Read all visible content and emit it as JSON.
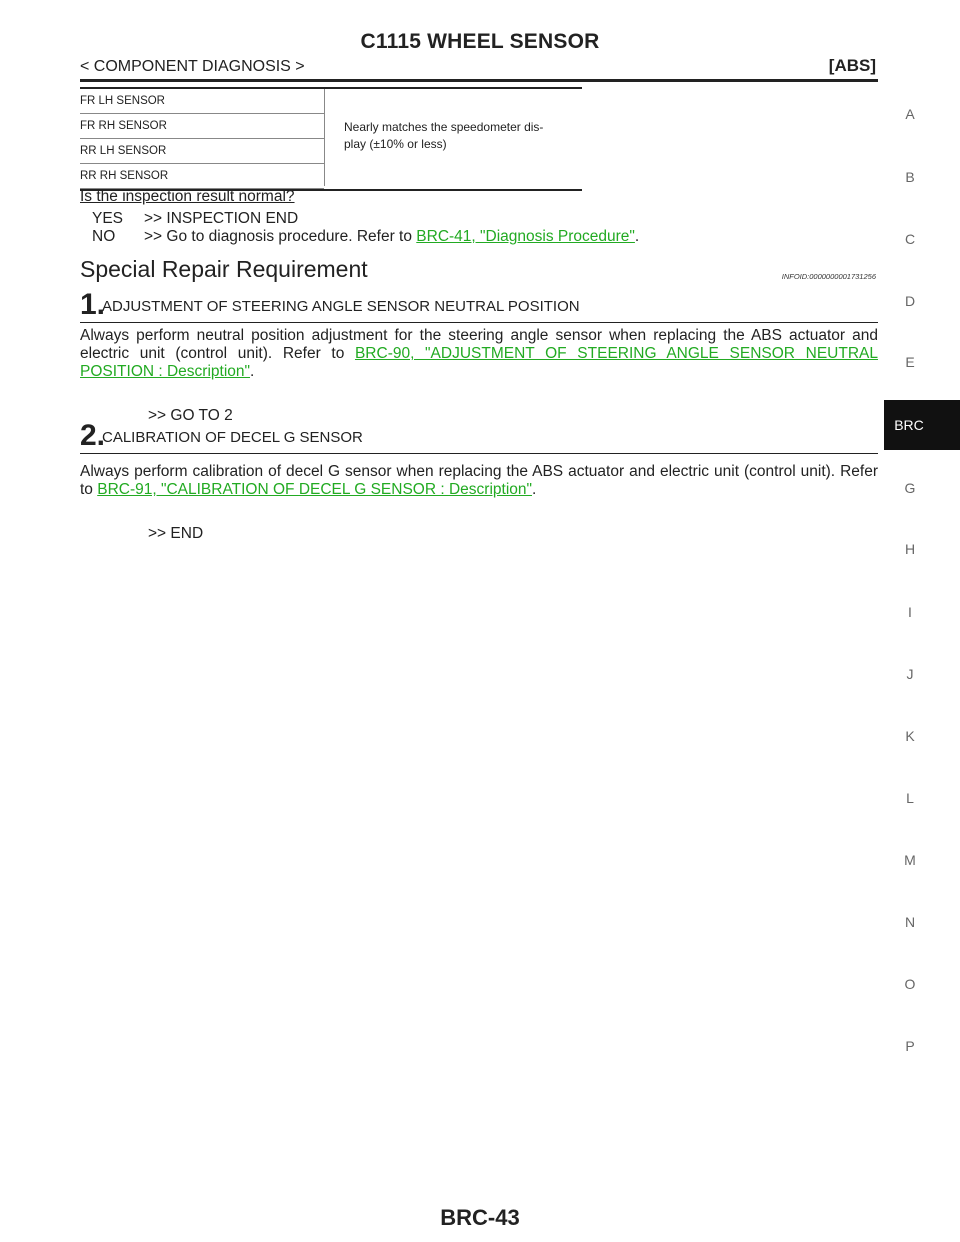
{
  "header": {
    "title": "C1115 WHEEL SENSOR",
    "left": "< COMPONENT DIAGNOSIS >",
    "right": "[ABS]"
  },
  "spec_table": {
    "rows": [
      "FR LH SENSOR",
      "FR RH SENSOR",
      "RR LH SENSOR",
      "RR RH SENSOR"
    ],
    "value": "Nearly matches the speedometer dis-play (±10% or less)"
  },
  "inspection": {
    "question": "Is the inspection result normal?",
    "yes_label": "YES",
    "yes_text": ">> INSPECTION END",
    "no_label": "NO",
    "no_text": ">> Go to diagnosis procedure. Refer to ",
    "no_link": "BRC-41, \"Diagnosis Procedure\"",
    "no_end": "."
  },
  "section": {
    "title": "Special Repair Requirement",
    "infoid": "INFOID:0000000001731256"
  },
  "steps": [
    {
      "num": "1.",
      "heading": "ADJUSTMENT OF STEERING ANGLE SENSOR NEUTRAL POSITION",
      "body": "Always perform neutral position adjustment for the steering angle sensor when replacing the ABS actuator and electric unit (control unit). Refer to ",
      "link": "BRC-90, \"ADJUSTMENT OF STEERING ANGLE SENSOR NEUTRAL POSITION : Description\"",
      "end": ".",
      "goto": ">> GO TO 2"
    },
    {
      "num": "2.",
      "heading": "CALIBRATION OF DECEL G SENSOR",
      "body": "Always perform calibration of decel G sensor when replacing the ABS actuator and electric unit (control unit). Refer to ",
      "link": "BRC-91, \"CALIBRATION OF DECEL G SENSOR : Description\"",
      "end": ".",
      "goto": ">> END"
    }
  ],
  "side_index": {
    "letters": [
      "A",
      "B",
      "C",
      "D",
      "E",
      "G",
      "H",
      "I",
      "J",
      "K",
      "L",
      "M",
      "N",
      "O",
      "P"
    ],
    "active": "BRC"
  },
  "footer": {
    "page_number": "BRC-43"
  },
  "colors": {
    "link": "#22aa22",
    "tab": "#111111"
  }
}
